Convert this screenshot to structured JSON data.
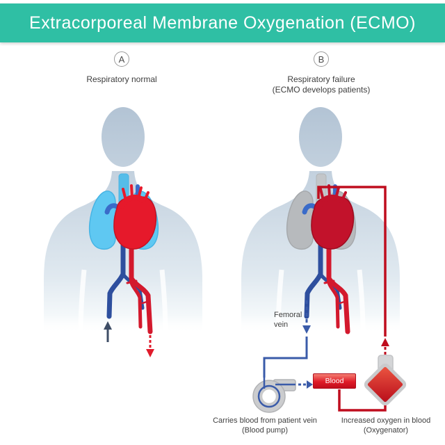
{
  "header": {
    "title": "Extracorporeal Membrane Oxygenation (ECMO)"
  },
  "panel_a": {
    "badge": "A",
    "title": "Respiratory normal"
  },
  "panel_b": {
    "badge": "B",
    "title_line1": "Respiratory failure",
    "title_line2": "(ECMO develops patients)"
  },
  "annotations": {
    "femoral_vein_line1": "Femoral",
    "femoral_vein_line2": "vein",
    "blood_box_label": "Blood",
    "pump_caption_line1": "Carries blood from patient vein",
    "pump_caption_line2": "(Blood pump)",
    "oxygenator_caption_line1": "Increased oxygen in blood",
    "oxygenator_caption_line2": "(Oxygenator)"
  },
  "colors": {
    "header_teal": "#2fbfa4",
    "healthy_lung_blue": "#5fc8f2",
    "failed_lung_gray": "#b7babd",
    "healthy_heart_red": "#e6192b",
    "failed_heart_red": "#c2122b",
    "vein_blue": "#2e4f9e",
    "artery_red": "#d3192d",
    "circuit_vein_blue": "#3a5ba9",
    "circuit_oxygen_red": "#bf0d1e",
    "pump_gray": "#cbccce",
    "blood_box_red": "#d31223",
    "text_dark": "#3f3f3f"
  }
}
